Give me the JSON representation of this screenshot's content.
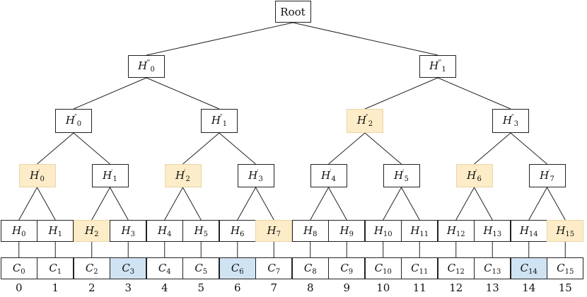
{
  "root_label": "Root",
  "hash_symbol": "H",
  "commit_symbol": "C",
  "levels": [
    {
      "primes": "‴",
      "nodes": [
        {
          "index": "0",
          "highlight": "none"
        },
        {
          "index": "1",
          "highlight": "none"
        }
      ]
    },
    {
      "primes": "″",
      "nodes": [
        {
          "index": "0",
          "highlight": "none"
        },
        {
          "index": "1",
          "highlight": "none"
        },
        {
          "index": "2",
          "highlight": "orange"
        },
        {
          "index": "3",
          "highlight": "none"
        }
      ]
    },
    {
      "primes": "′",
      "nodes": [
        {
          "index": "0",
          "highlight": "orange"
        },
        {
          "index": "1",
          "highlight": "none"
        },
        {
          "index": "2",
          "highlight": "orange"
        },
        {
          "index": "3",
          "highlight": "none"
        },
        {
          "index": "4",
          "highlight": "none"
        },
        {
          "index": "5",
          "highlight": "none"
        },
        {
          "index": "6",
          "highlight": "orange"
        },
        {
          "index": "7",
          "highlight": "none"
        }
      ]
    },
    {
      "primes": "",
      "nodes": [
        {
          "index": "0",
          "highlight": "none"
        },
        {
          "index": "1",
          "highlight": "none"
        },
        {
          "index": "2",
          "highlight": "orange"
        },
        {
          "index": "3",
          "highlight": "none"
        },
        {
          "index": "4",
          "highlight": "none"
        },
        {
          "index": "5",
          "highlight": "none"
        },
        {
          "index": "6",
          "highlight": "none"
        },
        {
          "index": "7",
          "highlight": "orange"
        },
        {
          "index": "8",
          "highlight": "none"
        },
        {
          "index": "9",
          "highlight": "none"
        },
        {
          "index": "10",
          "highlight": "none"
        },
        {
          "index": "11",
          "highlight": "none"
        },
        {
          "index": "12",
          "highlight": "none"
        },
        {
          "index": "13",
          "highlight": "none"
        },
        {
          "index": "14",
          "highlight": "none"
        },
        {
          "index": "15",
          "highlight": "orange"
        }
      ]
    }
  ],
  "commitments": [
    {
      "index": "0",
      "highlight": "none"
    },
    {
      "index": "1",
      "highlight": "none"
    },
    {
      "index": "2",
      "highlight": "none"
    },
    {
      "index": "3",
      "highlight": "blue"
    },
    {
      "index": "4",
      "highlight": "none"
    },
    {
      "index": "5",
      "highlight": "none"
    },
    {
      "index": "6",
      "highlight": "blue"
    },
    {
      "index": "7",
      "highlight": "none"
    },
    {
      "index": "8",
      "highlight": "none"
    },
    {
      "index": "9",
      "highlight": "none"
    },
    {
      "index": "10",
      "highlight": "none"
    },
    {
      "index": "11",
      "highlight": "none"
    },
    {
      "index": "12",
      "highlight": "none"
    },
    {
      "index": "13",
      "highlight": "none"
    },
    {
      "index": "14",
      "highlight": "blue"
    },
    {
      "index": "15",
      "highlight": "none"
    }
  ],
  "position_labels": [
    "0",
    "1",
    "2",
    "3",
    "4",
    "5",
    "6",
    "7",
    "8",
    "9",
    "10",
    "11",
    "12",
    "13",
    "14",
    "15"
  ],
  "colors": {
    "highlight_orange": "#fdecc8",
    "highlight_blue": "#cfe3f3",
    "stroke": "#222222"
  }
}
